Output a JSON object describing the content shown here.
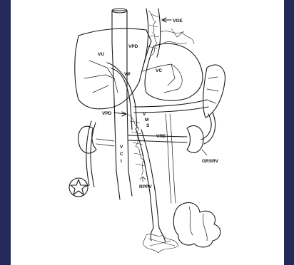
{
  "diagram": {
    "labels": {
      "vge": "VGE",
      "vpd_top": "VPD",
      "vu": "VU",
      "vc": "VC",
      "vp": "VP",
      "vpd_left": "VPD",
      "v": "V",
      "m": "M",
      "s": "S",
      "vre": "VRE",
      "vci_v": "V",
      "vci_c": "C",
      "vci_i": "I",
      "grsrv": "GRSRV",
      "rppv": "RPPV"
    }
  }
}
